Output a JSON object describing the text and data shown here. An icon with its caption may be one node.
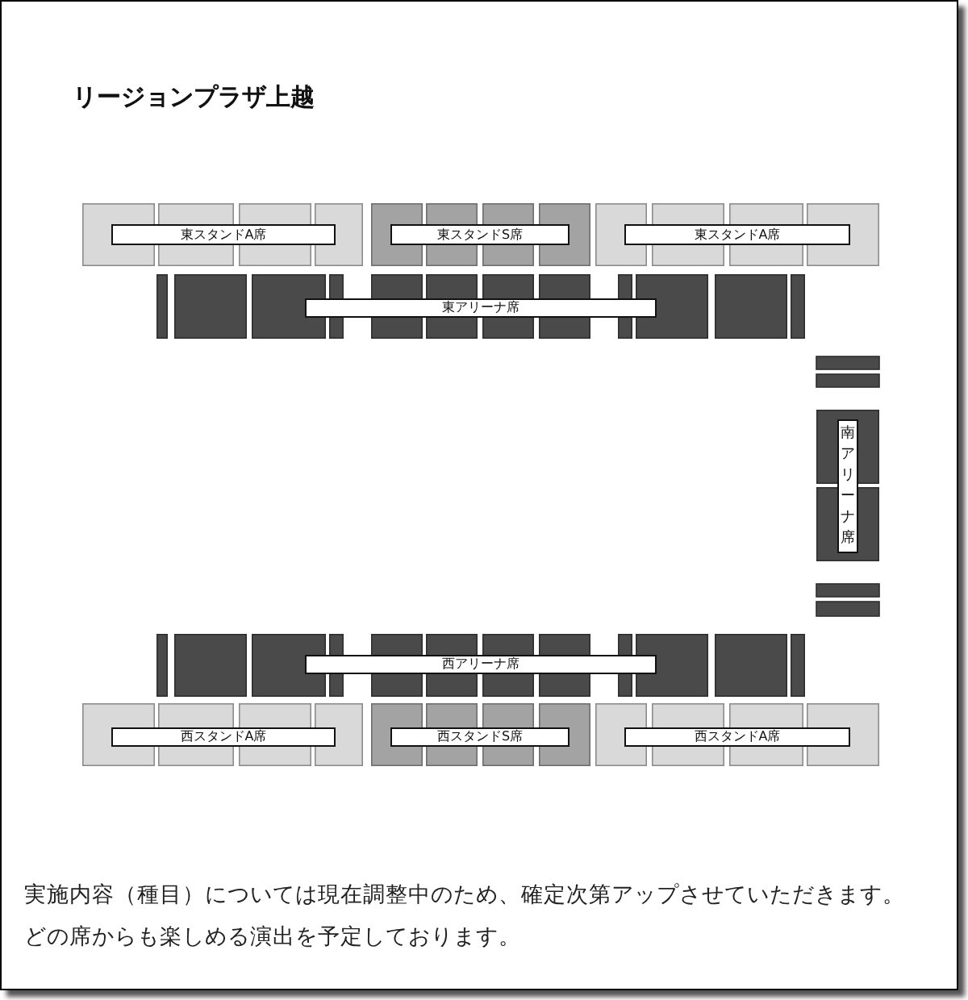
{
  "diagram": {
    "title": "リージョンプラザ上越",
    "nodes": [
      {
        "text": [
          "東スタンドA席"
        ]
      },
      {
        "text": [
          "東スタンドS席"
        ]
      },
      {
        "text": [
          "東スタンドA席"
        ]
      },
      {
        "text": [
          "東アリーナ席"
        ]
      },
      {
        "text": [
          "南アリーナ席"
        ]
      },
      {
        "text": [
          "西アリーナ席"
        ]
      },
      {
        "text": [
          "西スタンドA席"
        ]
      },
      {
        "text": [
          "西スタンドS席"
        ]
      },
      {
        "text": [
          "西スタンドA席"
        ]
      }
    ],
    "labels": [
      "実施内容（種目）については現在調整中のため、確定次第アップさせていただきます。",
      "どの席からも楽しめる演出を予定しております。"
    ]
  }
}
